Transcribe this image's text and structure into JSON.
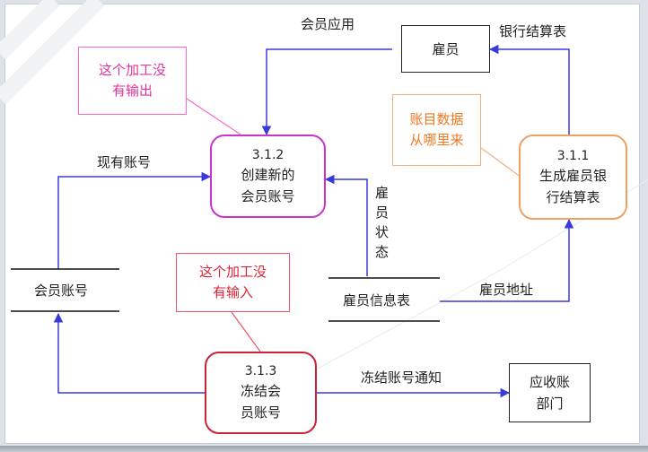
{
  "colors": {
    "arrow": "#3a3adb",
    "process_pink": "#cc33cc",
    "process_orange": "#f0a060",
    "process_red": "#cc2233",
    "note_pink_border": "#ff66cc",
    "note_pink_text": "#e0339a",
    "note_orange_border": "#f5b080",
    "note_orange_text": "#ee7722",
    "note_red_border": "#ee5566",
    "note_red_text": "#dd2233"
  },
  "entities": {
    "employee": "雇员",
    "receivable": [
      "应收账",
      "部门"
    ]
  },
  "processes": {
    "p312": {
      "id": "3.1.2",
      "lines": [
        "创建新的",
        "会员账号"
      ]
    },
    "p311": {
      "id": "3.1.1",
      "lines": [
        "生成雇员银",
        "行结算表"
      ]
    },
    "p313": {
      "id": "3.1.3",
      "lines": [
        "冻结会",
        "员账号"
      ]
    }
  },
  "stores": {
    "member_account": "会员账号",
    "employee_info": "雇员信息表"
  },
  "flows": {
    "member_app": "会员应用",
    "bank_statement": "银行结算表",
    "existing_account": "现有账号",
    "employee_status": [
      "雇",
      "员",
      "状",
      "态"
    ],
    "employee_address": "雇员地址",
    "freeze_notice": "冻结账号通知"
  },
  "notes": {
    "no_output": [
      "这个加工没",
      "有输出"
    ],
    "no_input": [
      "这个加工没",
      "有输入"
    ],
    "account_source": [
      "账目数据",
      "从哪里来"
    ]
  }
}
